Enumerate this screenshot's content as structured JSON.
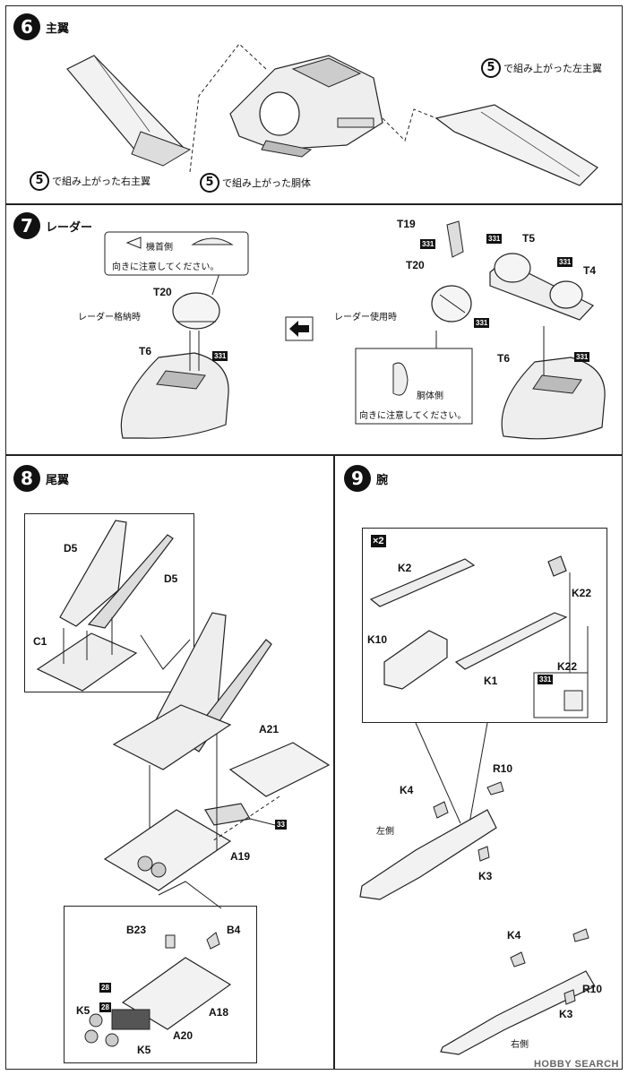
{
  "step6": {
    "num": "6",
    "title": "主翼",
    "ref_right": {
      "num": "5",
      "text": "で組み上がった右主翼"
    },
    "ref_body": {
      "num": "5",
      "text": "で組み上がった胴体"
    },
    "ref_left": {
      "num": "5",
      "text": "で組み上がった左主翼"
    }
  },
  "step7": {
    "num": "7",
    "title": "レーダー",
    "stow_label": "レーダー格納時",
    "use_label": "レーダー使用時",
    "note_nose_side": "機首側",
    "note_orientation": "向きに注意してください。",
    "note_body_side": "胴体側",
    "note_orientation2": "向きに注意してください。",
    "parts": {
      "t20a": "T20",
      "t6a": "T6",
      "t19": "T19",
      "t5": "T5",
      "t4": "T4",
      "t20b": "T20",
      "t6b": "T6"
    },
    "glue": "331"
  },
  "step8": {
    "num": "8",
    "title": "尾翼",
    "parts": {
      "d5a": "D5",
      "d5b": "D5",
      "c1": "C1",
      "a21": "A21",
      "a19": "A19",
      "b23": "B23",
      "b4": "B4",
      "a18": "A18",
      "k5a": "K5",
      "k5b": "K5",
      "a20": "A20"
    },
    "tags": {
      "g33": "33",
      "g28a": "28",
      "g28b": "28"
    }
  },
  "step9": {
    "num": "9",
    "title": "腕",
    "times": "×2",
    "parts": {
      "k2": "K2",
      "k22": "K22",
      "k10": "K10",
      "k1": "K1",
      "k22b": "K22",
      "k4a": "K4",
      "r10a": "R10",
      "k3a": "K3",
      "k4b": "K4",
      "r10b": "R10",
      "k3b": "K3"
    },
    "left_side": "左側",
    "right_side": "右側",
    "glue": "331"
  },
  "watermark": "HOBBY SEARCH"
}
